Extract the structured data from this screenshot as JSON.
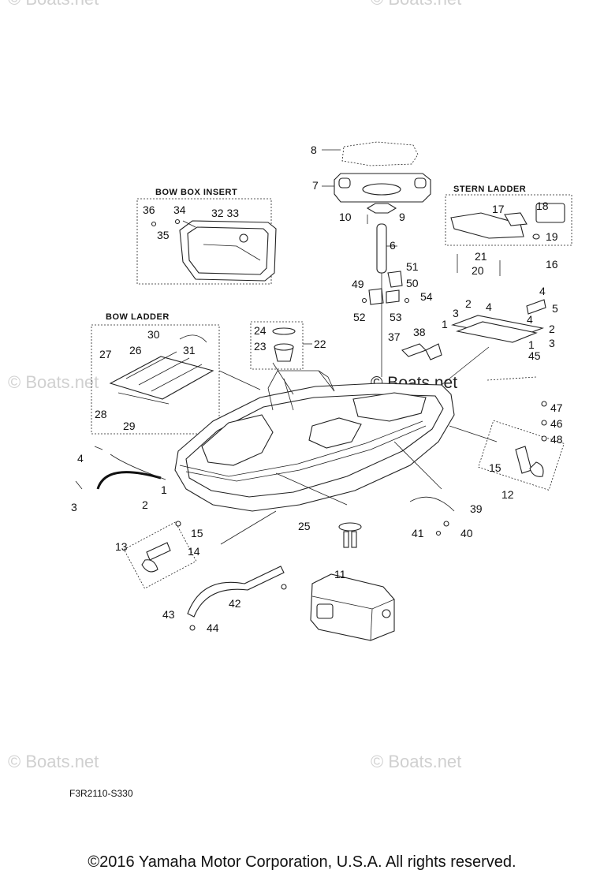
{
  "watermarks": {
    "text": "© Boats.net",
    "main": "© Boats.net"
  },
  "groups": {
    "bow_box_insert": "BOW BOX INSERT",
    "stern_ladder": "STERN LADDER",
    "bow_ladder": "BOW LADDER"
  },
  "labels": {
    "l1": "1",
    "l2": "2",
    "l3": "3",
    "l4": "4",
    "l5": "5",
    "l6": "6",
    "l7": "7",
    "l8": "8",
    "l9": "9",
    "l10": "10",
    "l11": "11",
    "l12": "12",
    "l13": "13",
    "l14": "14",
    "l15": "15",
    "l16": "16",
    "l17": "17",
    "l18": "18",
    "l19": "19",
    "l20": "20",
    "l21": "21",
    "l22": "22",
    "l23": "23",
    "l24": "24",
    "l25": "25",
    "l26": "26",
    "l27": "27",
    "l28": "28",
    "l29": "29",
    "l30": "30",
    "l31": "31",
    "l32_33": "32 33",
    "l34": "34",
    "l35": "35",
    "l36": "36",
    "l37": "37",
    "l38": "38",
    "l39": "39",
    "l40": "40",
    "l41": "41",
    "l42": "42",
    "l43": "43",
    "l44": "44",
    "l45": "45",
    "l46": "46",
    "l47": "47",
    "l48": "48",
    "l49": "49",
    "l50": "50",
    "l51": "51",
    "l52": "52",
    "l53": "53",
    "l54": "54"
  },
  "diagram_code": "F3R2110-S330",
  "copyright": "©2016 Yamaha Motor Corporation, U.S.A. All rights reserved."
}
